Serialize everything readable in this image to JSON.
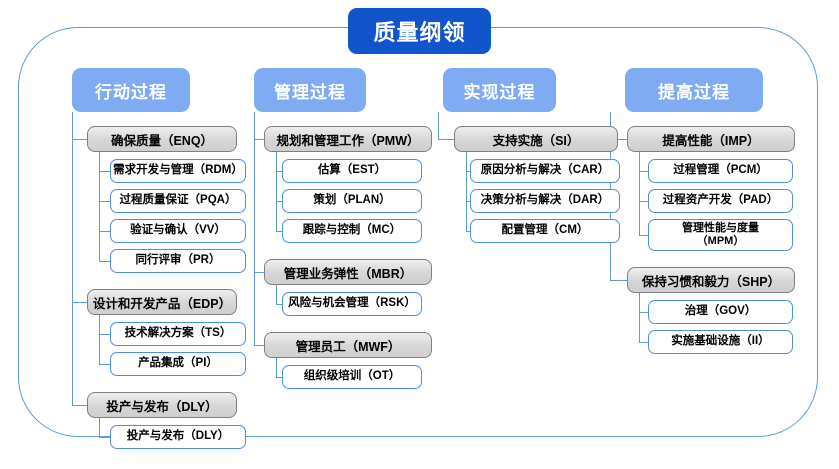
{
  "diagram": {
    "root": {
      "label": "质量纲领",
      "color": "#1155cc"
    },
    "frame_color": "#5b9bd5",
    "header_color": "#7eabf2",
    "group_color": "#d6d6d6",
    "leaf_border_color": "#4a90e2",
    "columns": [
      {
        "header": "行动过程",
        "groups": [
          {
            "label": "确保质量（ENQ）",
            "children": [
              "需求开发与管理（RDM）",
              "过程质量保证（PQA）",
              "验证与确认（VV）",
              "同行评审（PR）"
            ]
          },
          {
            "label": "设计和开发产品（EDP）",
            "children": [
              "技术解决方案（TS）",
              "产品集成（PI）"
            ]
          },
          {
            "label": "投产与发布（DLY）",
            "children": [
              "投产与发布（DLY）"
            ]
          }
        ]
      },
      {
        "header": "管理过程",
        "groups": [
          {
            "label": "规划和管理工作（PMW）",
            "children": [
              "估算（EST）",
              "策划（PLAN）",
              "跟踪与控制（MC）"
            ]
          },
          {
            "label": "管理业务弹性（MBR）",
            "children": [
              "风险与机会管理（RSK）"
            ]
          },
          {
            "label": "管理员工（MWF）",
            "children": [
              "组织级培训（OT）"
            ]
          }
        ]
      },
      {
        "header": "实现过程",
        "groups": [
          {
            "label": "支持实施（SI）",
            "children": [
              "原因分析与解决（CAR）",
              "决策分析与解决（DAR）",
              "配置管理（CM）"
            ]
          }
        ]
      },
      {
        "header": "提高过程",
        "groups": [
          {
            "label": "提高性能（IMP）",
            "children": [
              "过程管理（PCM）",
              "过程资产开发（PAD）",
              "管理性能与度量（MPM）"
            ]
          },
          {
            "label": "保持习惯和毅力（SHP）",
            "children": [
              "治理（GOV）",
              "实施基础设施（II）"
            ]
          }
        ]
      }
    ]
  }
}
